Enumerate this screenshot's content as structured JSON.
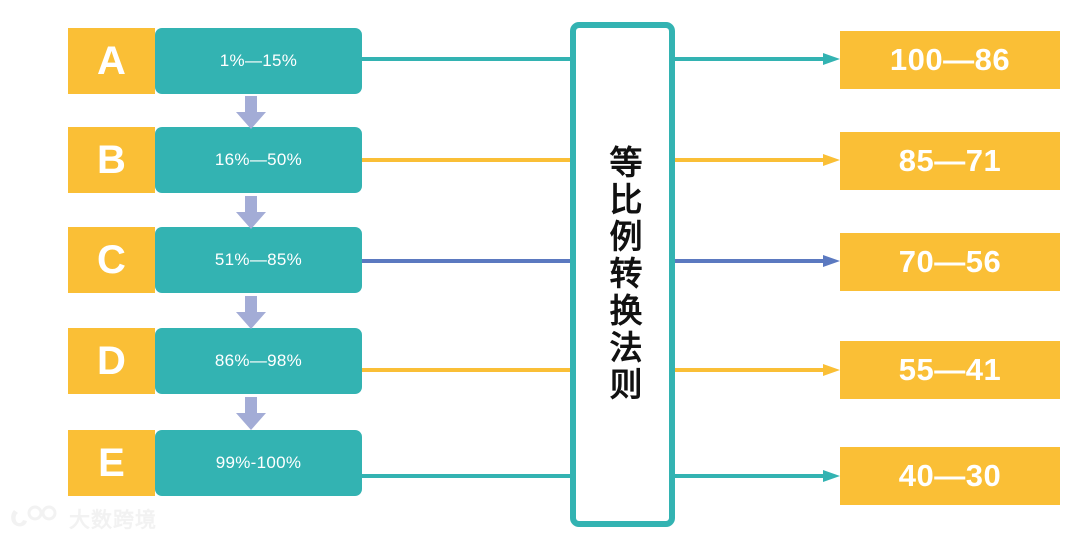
{
  "diagram": {
    "title_vertical": "等比例转换法则",
    "colors": {
      "amber": "#FABF36",
      "teal": "#33B3B2",
      "blue": "#5B79C0",
      "periwinkle": "#A3ACD6",
      "white": "#FFFFFF"
    },
    "rows": [
      {
        "letter": "A",
        "percent_range": "1%—15%",
        "score_range": "100—86",
        "connector_color": "#33B3B2",
        "connector_name": "teal"
      },
      {
        "letter": "B",
        "percent_range": "16%—50%",
        "score_range": "85—71",
        "connector_color": "#FABF36",
        "connector_name": "amber"
      },
      {
        "letter": "C",
        "percent_range": "51%—85%",
        "score_range": "70—56",
        "connector_color": "#5B79C0",
        "connector_name": "blue"
      },
      {
        "letter": "D",
        "percent_range": "86%—98%",
        "score_range": "55—41",
        "connector_color": "#FABF36",
        "connector_name": "amber"
      },
      {
        "letter": "E",
        "percent_range": "99%-100%",
        "score_range": "40—30",
        "connector_color": "#33B3B2",
        "connector_name": "teal"
      }
    ],
    "flow_arrows": [
      {
        "from": "A",
        "to": "B"
      },
      {
        "from": "B",
        "to": "C"
      },
      {
        "from": "C",
        "to": "D"
      },
      {
        "from": "D",
        "to": "E"
      }
    ],
    "watermark": {
      "text": "大数跨境"
    }
  }
}
